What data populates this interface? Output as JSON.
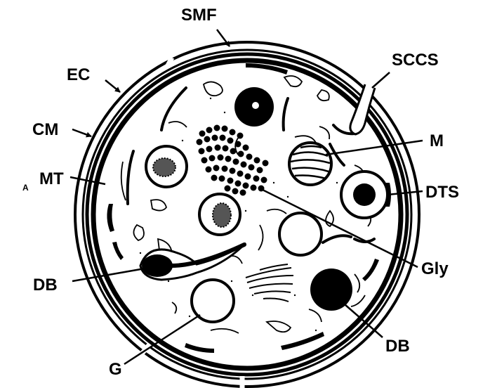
{
  "labels": {
    "smf": "SMF",
    "sccs": "SCCS",
    "ec": "EC",
    "cm": "CM",
    "panel": "A",
    "mt": "MT",
    "m": "M",
    "dts": "DTS",
    "gly": "Gly",
    "db_left": "DB",
    "db_right": "DB",
    "g": "G"
  }
}
